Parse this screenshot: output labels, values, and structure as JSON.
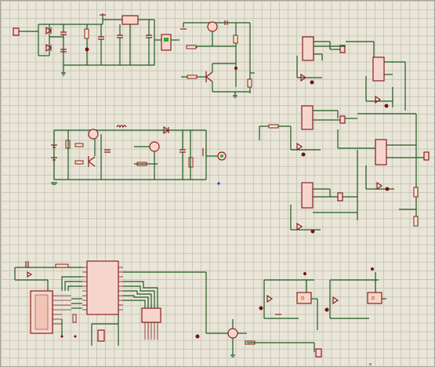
{
  "diagram": {
    "kind": "schematic-capture",
    "colors": {
      "background": "#e9e6d9",
      "grid": "#c9c5b6",
      "wire": "#1f5b1f",
      "component": "#8a1f1f",
      "fill": "#f2e9c8",
      "ic_body": "#f6d6cc"
    },
    "blocks": [
      {
        "id": "power-supply"
      },
      {
        "id": "transistor-stage"
      },
      {
        "id": "relay-array"
      },
      {
        "id": "motor-driver"
      },
      {
        "id": "microcontroller"
      },
      {
        "id": "relay-pair"
      },
      {
        "id": "mosfet-switch"
      }
    ]
  }
}
